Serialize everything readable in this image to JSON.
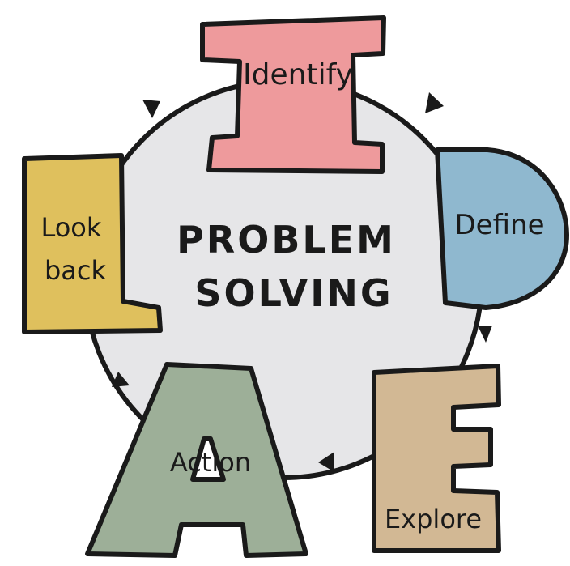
{
  "diagram": {
    "title_lines": [
      "PROBLEM",
      "SOLVING"
    ],
    "steps": [
      {
        "letter": "I",
        "label": "Identify",
        "color": "#ee9a9c"
      },
      {
        "letter": "D",
        "label": "Define",
        "color": "#8fb8cf"
      },
      {
        "letter": "E",
        "label": "Explore",
        "color": "#d2b894"
      },
      {
        "letter": "A",
        "label": "Action",
        "color": "#9daf98"
      },
      {
        "letter": "L",
        "label": "Look back",
        "label_lines": [
          "Look",
          "back"
        ],
        "color": "#dfc05d"
      }
    ],
    "circle_color": "#e6e6e8",
    "flow_direction": "clockwise"
  }
}
